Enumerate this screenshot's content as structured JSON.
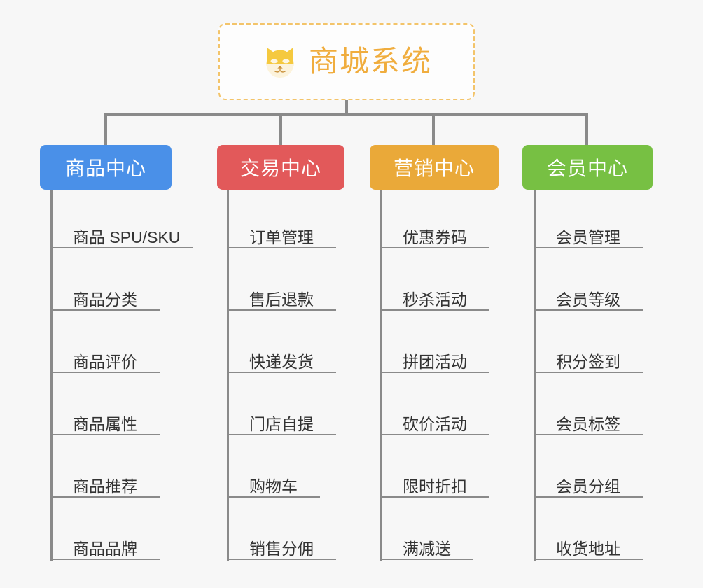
{
  "root": {
    "title": "商城系统",
    "icon": "shiba-dog-face-icon",
    "border_color": "#f3c46a",
    "text_color": "#f0ad3e"
  },
  "connector_color": "#8a8a8a",
  "background_color": "#f7f7f7",
  "columns": [
    {
      "id": "product-center",
      "label": "商品中心",
      "color": "#4a90e8",
      "items": [
        "商品 SPU/SKU",
        "商品分类",
        "商品评价",
        "商品属性",
        "商品推荐",
        "商品品牌"
      ]
    },
    {
      "id": "trade-center",
      "label": "交易中心",
      "color": "#e2595a",
      "items": [
        "订单管理",
        "售后退款",
        "快递发货",
        "门店自提",
        "购物车",
        "销售分佣"
      ]
    },
    {
      "id": "marketing-center",
      "label": "营销中心",
      "color": "#eaa939",
      "items": [
        "优惠券码",
        "秒杀活动",
        "拼团活动",
        "砍价活动",
        "限时折扣",
        "满减送"
      ]
    },
    {
      "id": "member-center",
      "label": "会员中心",
      "color": "#77c043",
      "items": [
        "会员管理",
        "会员等级",
        "积分签到",
        "会员标签",
        "会员分组",
        "收货地址"
      ]
    }
  ]
}
